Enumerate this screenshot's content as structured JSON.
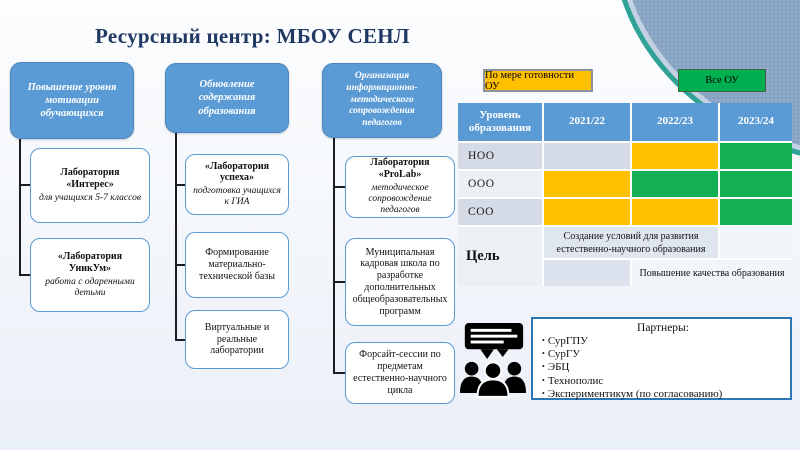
{
  "slide": {
    "title": "Ресурсный центр: МБОУ СЕНЛ"
  },
  "columns": [
    {
      "header": "Повышение уровня мотивации обучающихся",
      "children": [
        {
          "title": "Лаборатория «Интерес»",
          "subtitle": "для учащихся 5-7 классов"
        },
        {
          "title": "«Лаборатория УникУм»",
          "subtitle": "работа с одаренными детьми"
        }
      ]
    },
    {
      "header": "Обновление содержания образования",
      "children": [
        {
          "title": "«Лаборатория успеха»",
          "subtitle": "подготовка учащихся к ГИА"
        },
        {
          "title": "Формирование материально-технической базы"
        },
        {
          "title": "Виртуальные и реальные лаборатории"
        }
      ]
    },
    {
      "header": "Организация информационно-методического сопровождения педагогов",
      "children": [
        {
          "title": "Лаборатория «ProLab»",
          "subtitle": "методическое сопровождение педагогов"
        },
        {
          "title": "Муниципальная кадровая школа по разработке дополнительных общеобразовательных программ"
        },
        {
          "title": "Форсайт-сессии по предметам естественно-научного цикла"
        }
      ]
    }
  ],
  "legend": [
    {
      "label": "По мере готовности ОУ",
      "color": "#FFC000"
    },
    {
      "label": "Все  ОУ",
      "color": "#00B050"
    }
  ],
  "table": {
    "columns": [
      "Уровень образования",
      "2021/22",
      "2022/23",
      "2023/24"
    ],
    "rows": [
      {
        "label": "НОО",
        "cells": [
          "none",
          "yellow",
          "green"
        ]
      },
      {
        "label": "ООО",
        "cells": [
          "yellow",
          "green",
          "green"
        ]
      },
      {
        "label": "СОО",
        "cells": [
          "yellow",
          "yellow",
          "green"
        ]
      }
    ],
    "goal": {
      "label": "Цель",
      "row1": "Создание условий для развития естественно-научного образования",
      "row2": "Повышение качества образования"
    },
    "colors": {
      "yellow": "#FFC000",
      "green": "#12B052"
    }
  },
  "partners": {
    "icon": "audience-presentation-icon",
    "title": "Партнеры:",
    "items": [
      "СурГПУ",
      "СурГУ",
      "ЭБЦ",
      "Технополис",
      "Экспериментикум (по согласованию)"
    ]
  },
  "colors": {
    "accent_blue": "#5B9BD5",
    "title_navy": "#1F3864",
    "status_yellow": "#FFC000",
    "status_green": "#00B050"
  }
}
